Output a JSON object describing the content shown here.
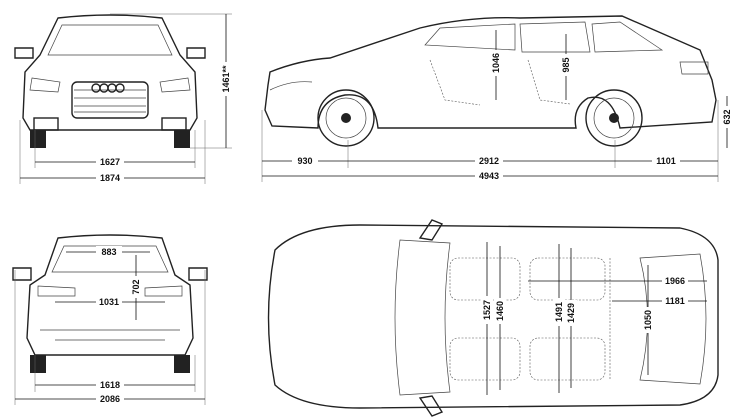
{
  "front_view": {
    "track_front": "1627",
    "width": "1874",
    "height": "1461**"
  },
  "side_view": {
    "front_overhang": "930",
    "wheelbase": "2912",
    "rear_overhang": "1101",
    "length": "4943",
    "ground_to_sill": "632",
    "front_headroom": "1046",
    "rear_headroom": "985"
  },
  "rear_view": {
    "loading_width_top": "883",
    "loading_height": "702",
    "loading_width": "1031",
    "track_rear": "1618",
    "width_mirrors": "2086"
  },
  "top_view": {
    "front_shoulder_width": "1527",
    "front_elbow_width": "1460",
    "rear_shoulder_width": "1491",
    "rear_elbow_width": "1429",
    "load_length_seats_folded": "1966",
    "load_length": "1181",
    "width_between_wheelarches": "1050"
  }
}
